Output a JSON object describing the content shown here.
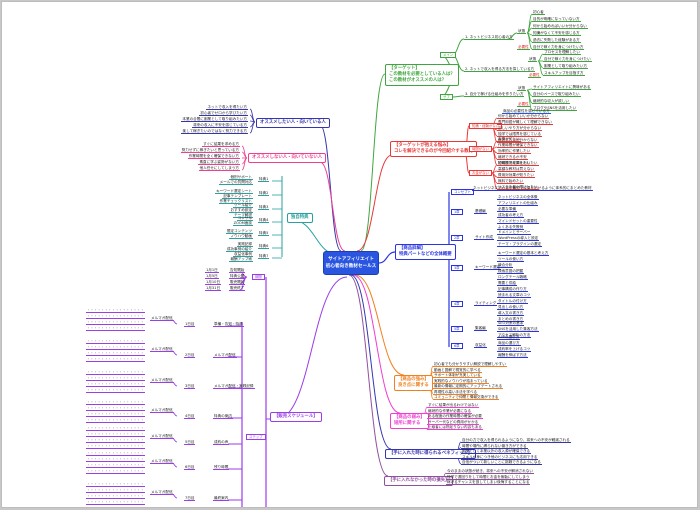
{
  "root": {
    "line1": "サイトアフィリエイト",
    "line2": "初心者向き教材セールス"
  },
  "colors": {
    "root": "#2a55e0",
    "target": "#3fa63f",
    "problem": "#e83838",
    "product": "#2a35e0",
    "merit": "#f08020",
    "demerit": "#ee3fd0",
    "benefit": "#3535b0",
    "loss": "#9050a0",
    "recommend": "#3535b0",
    "not_recommend": "#ee3f90",
    "bonus": "#2aa0a0",
    "schedule": "#9a3ee8"
  },
  "branches": {
    "target": {
      "label_l1": "【ターゲット】",
      "label_l2": "この教材を必要としている人は？",
      "label_l3": "この教材がオススメの人は？",
      "groups": [
        {
          "tag": "メイン",
          "items": [
            {
              "text": "1. ネットビジネス初心者の方",
              "subs": [
                "状態",
                "不安",
                "悩み"
              ],
              "detail": [
                "初心者",
                "目的が明確になっていない方",
                "何から始めればいいか分からない",
                "知識がなくて不安を感じる方",
                "過去に失敗した経験がある方",
                "自分で稼ぐ力を身につけたい方"
              ],
              "red": "必要性"
            },
            {
              "text": "2. ネットで収入を得る方法を探している方",
              "detail": [
                "プロセスを理解したい",
                "自分で稼ぐ力を身につけたい",
                "副業として取り組みたい方",
                "スキルアップを目指す方"
              ],
              "red": "必要性"
            }
          ]
        },
        {
          "tag": "サブ",
          "items": [
            {
              "text": "3. 自分で稼げる仕組みを作りたい方",
              "detail": [
                "サイトアフィリエイトに興味がある",
                "自分のペースで取り組みたい",
                "継続的な収入が欲しい",
                "ブログやSNSを活用したい"
              ],
              "red": "必要性"
            }
          ]
        }
      ],
      "extra": "商品の必要性を感じている方"
    },
    "problem": {
      "label_l1": "【ターゲットが抱える悩み】",
      "label_l2": "コレを解決できるのが今回紹介する教材",
      "groups": [
        {
          "tag": "知識・経験がない",
          "items": [
            "何から始めていいか分からない",
            "専門用語が難しくて理解できない",
            "正しいやり方が分からない",
            "独学では限界を感じている",
            "稼げる方法が分からない"
          ]
        },
        {
          "tag": "時間がない",
          "items": [
            "本業が忙しい",
            "作業時間が確保できない",
            "効率的に作業したい",
            "継続できるか不安",
            "短時間で成果を出したい"
          ]
        },
        {
          "tag": "お金がない",
          "items": [
            "初期投資を抑えたい",
            "高額な教材は買えない",
            "費用対効果が知りたい",
            "無料で始めたい",
            "リスクを最小限にしたい"
          ]
        }
      ]
    },
    "product": {
      "label_l1": "【商品詳細】",
      "label_l2": "特典パートなどの全体概要",
      "groups": [
        {
          "tag": "コンセプト",
          "items": [
            "ネットビジネス初心者が最短で成果を出せるように体系的にまとめた教材"
          ]
        },
        {
          "tag": "1章",
          "sub": "基礎編",
          "items": [
            "ネットビジネスの全体像",
            "アフィリエイトの仕組み",
            "必要な準備",
            "成功者の考え方",
            "マインドセットの重要性",
            "よくある失敗例"
          ]
        },
        {
          "tag": "2章",
          "sub": "サイト作成",
          "items": [
            "ドメインとサーバー",
            "WordPressの導入と設定",
            "テーマ・プラグインの選定"
          ]
        },
        {
          "tag": "3章",
          "sub": "キーワード選定",
          "items": [
            "キーワード選定の基本と考え方",
            "ツールの使い方",
            "競合分析",
            "検索意図の把握",
            "ロングテール戦略",
            "需要と供給"
          ]
        },
        {
          "tag": "4章",
          "sub": "ライティング",
          "items": [
            "記事構成の作り方",
            "読まれる文章のコツ",
            "タイトルの付け方",
            "見出しの使い方",
            "導入文の書き方",
            "まとめの書き方"
          ]
        },
        {
          "tag": "5章",
          "sub": "集客編",
          "items": [
            "SEO対策の基本",
            "SNSを活用した集客方法",
            "アクセス解析の方法"
          ]
        },
        {
          "tag": "6章",
          "sub": "収益化",
          "items": [
            "ASPの選び方",
            "商品の選び方",
            "成約率を上げるコツ",
            "報酬を伸ばす方法"
          ]
        }
      ]
    },
    "merit": {
      "label_l1": "【商品の強み】",
      "label_l2": "良き点に関する",
      "items": [
        "初心者でも分かりやすい解説で理解しやすい",
        "動画と図解で視覚的に学べる",
        "サポート体制が充実している",
        "実践的なノウハウが詰まっている",
        "最新の情報に定期的にアップデートされる",
        "再現性の高い手法を学べる",
        "コミュニティで仲間と情報交換ができる"
      ]
    },
    "demerit": {
      "label_l1": "【商品の弱み】",
      "label_l2": "短所に関する",
      "items": [
        "すぐに結果が出るわけではない",
        "継続的な作業が必要になる",
        "ある程度の作業時間の確保が必要",
        "サーバー代などの費用がかかる",
        "上級者には物足りない内容もある"
      ]
    },
    "benefit": {
      "label": "【手に入れた時に得られるベネフィット】",
      "items": [
        "自分の力で収入を得られるようになり、将来への不安が軽減される",
        "時間や場所に縛られない働き方ができる",
        "副業として本業以外の収入源が確保できる",
        "スキルが身につき他のビジネスにも応用できる",
        "自信がついて新しいことに挑戦できるようになる"
      ]
    },
    "loss": {
      "label": "【手に入れなかった時の損失】",
      "items": [
        "今のままの状態が続き、将来への不安が解消されない",
        "独学で遠回りをして時間とお金を無駄にしてしまう",
        "稼げるチャンスを逃してしまい後悔することになる"
      ]
    },
    "recommend": {
      "label": "オススメしたい人・向いている人",
      "items": [
        "ネットで収入を得たい方",
        "初心者でゼロから学びたい方",
        "本業の合間に副業として取り組みたい方",
        "将来の収入に不安を感じている方",
        "楽して稼ぎたいのではなく努力できる方"
      ]
    },
    "not_recommend": {
      "label": "オススメしない人・向いていない人",
      "items": [
        "すぐに結果を求める方",
        "努力せずに稼ぎたいと思っている方",
        "作業時間を全く確保できない方",
        "素直に学ぶ姿勢がない方",
        "他人任せにしてしまう方"
      ]
    },
    "bonus": {
      "label": "独自特典",
      "groups": [
        {
          "tag": "特典1",
          "items": [
            "個別サポート",
            "メールでの質問対応"
          ]
        },
        {
          "tag": "特典2",
          "items": [
            "キーワード選定シート",
            "記事テンプレート",
            "作業チェックリスト"
          ]
        },
        {
          "tag": "特典3",
          "items": [
            "ツール紹介",
            "おすすめ設定",
            "テーマ解説"
          ]
        },
        {
          "tag": "特典4",
          "items": [
            "コンサル",
            "ZOOM面談"
          ]
        },
        {
          "tag": "特典5",
          "items": [
            "限定コンテンツ",
            "ノウハウ動画"
          ]
        },
        {
          "tag": "特典6",
          "items": [
            "実践記録",
            "成功事例の紹介"
          ]
        },
        {
          "tag": "特典7",
          "items": [
            "収益化事例",
            "報酬アップ術"
          ]
        }
      ]
    },
    "schedule": {
      "label": "【販売スケジュール】",
      "period": {
        "tag": "期間",
        "items": [
          {
            "date": "1月1日",
            "event": "告知開始"
          },
          {
            "date": "1月5日",
            "event": "特典公開"
          },
          {
            "date": "1月10日",
            "event": "販売開始"
          },
          {
            "date": "1月31日",
            "event": "販売終了"
          }
        ]
      },
      "phase_tag": "ステップ",
      "phases": [
        {
          "day": "1日目",
          "title": "準備・告知・特典",
          "subtag": "メルマガ配信"
        },
        {
          "day": "2日目",
          "title": "メルマガ配信",
          "subtag": "メルマガ配信"
        },
        {
          "day": "3日目",
          "title": "メルマガ配信・実践記録",
          "subtag": "メルマガ配信"
        },
        {
          "day": "4日目",
          "title": "特典の案内",
          "subtag": "メルマガ配信"
        },
        {
          "day": "5日目",
          "title": "成約の声",
          "subtag": "メルマガ配信"
        },
        {
          "day": "6日目",
          "title": "残り時間",
          "subtag": "メルマガ配信"
        },
        {
          "day": "7日目",
          "title": "最終案内",
          "subtag": "メルマガ配信"
        }
      ]
    }
  }
}
